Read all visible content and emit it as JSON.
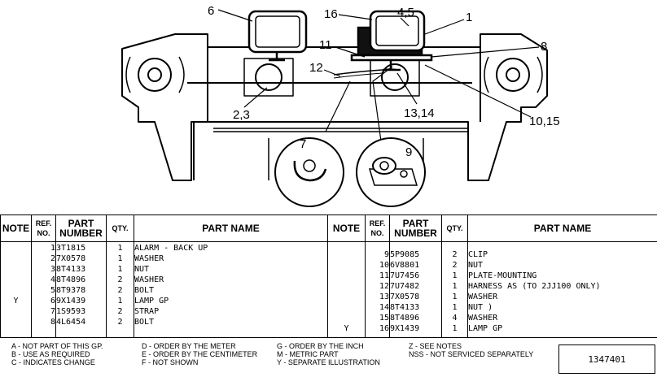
{
  "diagram": {
    "callouts": [
      "6",
      "16",
      "4,5",
      "1",
      "11",
      "8",
      "12",
      "2,3",
      "13,14",
      "10,15",
      "7",
      "9"
    ]
  },
  "table": {
    "headers": {
      "note": "NOTE",
      "ref_line1": "REF.",
      "ref_line2": "NO.",
      "part_line1": "PART",
      "part_line2": "NUMBER",
      "qty": "QTY.",
      "name_left": "PART NAME",
      "name_right": "PART  NAME"
    },
    "left_rows": [
      {
        "note": "",
        "ref": "1",
        "part": "3T1815",
        "qty": "1",
        "name": "ALARM - BACK UP"
      },
      {
        "note": "",
        "ref": "2",
        "part": "7X0578",
        "qty": "1",
        "name": "WASHER"
      },
      {
        "note": "",
        "ref": "3",
        "part": "8T4133",
        "qty": "1",
        "name": "NUT"
      },
      {
        "note": "",
        "ref": "4",
        "part": "8T4896",
        "qty": "2",
        "name": "WASHER"
      },
      {
        "note": "",
        "ref": "5",
        "part": "8T9378",
        "qty": "2",
        "name": "BOLT"
      },
      {
        "note": "Y",
        "ref": "6",
        "part": "9X1439",
        "qty": "1",
        "name": "LAMP GP"
      },
      {
        "note": "",
        "ref": "7",
        "part": "1S9593",
        "qty": "2",
        "name": "STRAP"
      },
      {
        "note": "",
        "ref": "8",
        "part": "4L6454",
        "qty": "2",
        "name": "BOLT"
      }
    ],
    "right_rows": [
      {
        "note": "",
        "ref": "9",
        "part": "5P9085",
        "qty": "2",
        "name": "CLIP"
      },
      {
        "note": "",
        "ref": "10",
        "part": "6V8801",
        "qty": "2",
        "name": "NUT"
      },
      {
        "note": "",
        "ref": "11",
        "part": "7U7456",
        "qty": "1",
        "name": "PLATE-MOUNTING"
      },
      {
        "note": "",
        "ref": "12",
        "part": "7U7482",
        "qty": "1",
        "name": "HARNESS AS (TO 2JJ100 ONLY)"
      },
      {
        "note": "",
        "ref": "13",
        "part": "7X0578",
        "qty": "1",
        "name": "WASHER"
      },
      {
        "note": "",
        "ref": "14",
        "part": "8T4133",
        "qty": "1",
        "name": "NUT )"
      },
      {
        "note": "",
        "ref": "15",
        "part": "8T4896",
        "qty": "4",
        "name": "WASHER"
      },
      {
        "note": "Y",
        "ref": "16",
        "part": "9X1439",
        "qty": "1",
        "name": "LAMP GP"
      }
    ]
  },
  "legend": {
    "col1": [
      "A - NOT PART OF THIS GP.",
      "B - USE AS REQUIRED",
      "C - INDICATES CHANGE"
    ],
    "col2": [
      "D - ORDER BY THE METER",
      "E - ORDER BY THE CENTIMETER",
      "F - NOT SHOWN"
    ],
    "col3": [
      "G - ORDER BY THE INCH",
      "M - METRIC PART",
      "Y - SEPARATE ILLUSTRATION"
    ],
    "col4": [
      "Z - SEE NOTES",
      "NSS - NOT SERVICED SEPARATELY"
    ],
    "reference_number": "1347401"
  }
}
